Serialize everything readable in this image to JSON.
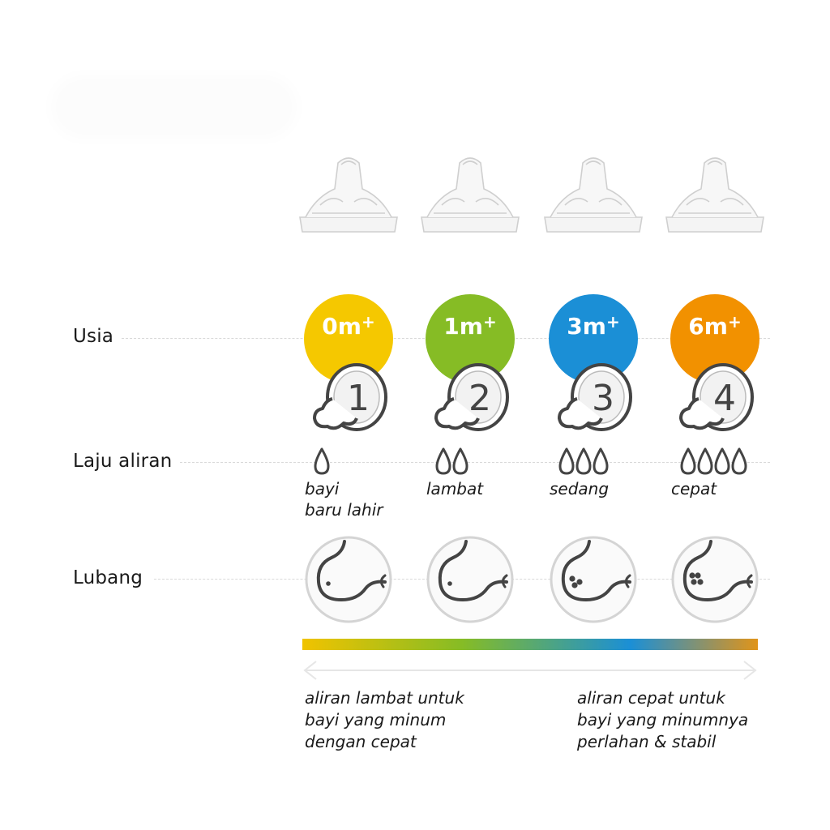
{
  "rows": {
    "age_label": "Usia",
    "flow_label": "Laju aliran",
    "hole_label": "Lubang"
  },
  "teats": [
    {
      "number": "1",
      "age": "0m",
      "age_sup": "+",
      "color": "#f5c800",
      "drops": 1,
      "flow_lines": [
        "bayi",
        "baru lahir"
      ],
      "holes": 1
    },
    {
      "number": "2",
      "age": "1m",
      "age_sup": "+",
      "color": "#86bc25",
      "drops": 2,
      "flow_lines": [
        "lambat"
      ],
      "holes": 1
    },
    {
      "number": "3",
      "age": "3m",
      "age_sup": "+",
      "color": "#1b8fd6",
      "drops": 3,
      "flow_lines": [
        "sedang"
      ],
      "holes": 3
    },
    {
      "number": "4",
      "age": "6m",
      "age_sup": "+",
      "color": "#f29100",
      "drops": 4,
      "flow_lines": [
        "cepat"
      ],
      "holes": 4
    }
  ],
  "flow_scale": {
    "left_lines": [
      "aliran lambat untuk",
      "bayi yang minum",
      "dengan cepat"
    ],
    "right_lines": [
      "aliran cepat untuk",
      "bayi yang minumnya",
      "perlahan & stabil"
    ],
    "colors": [
      "#f0c300",
      "#86bc25",
      "#1b8fd6",
      "#e0941a"
    ]
  },
  "icons": {
    "teat": "nipple-teat-icon",
    "drop": "water-drop-icon",
    "hole": "nipple-hole-closeup-icon",
    "arrow": "double-arrow-icon"
  }
}
